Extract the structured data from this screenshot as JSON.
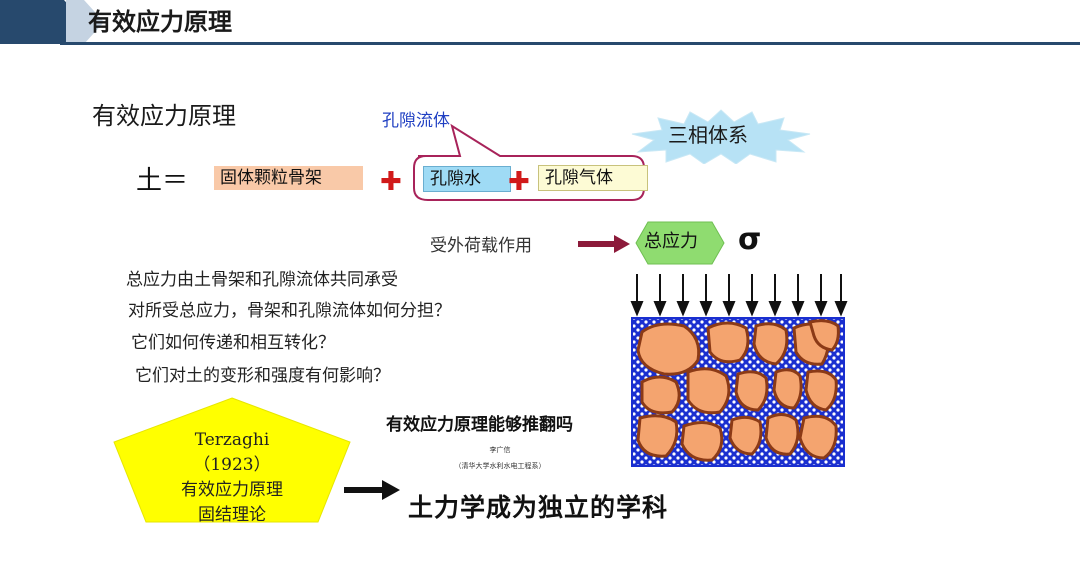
{
  "header": {
    "title": "有效应力原理",
    "band_color": "#27496d"
  },
  "slide": {
    "title": "有效应力原理",
    "equation": {
      "soil": "土＝",
      "skeleton": "固体颗粒骨架",
      "plus": "✚",
      "water": "孔隙水",
      "gas": "孔隙气体",
      "pore_fluid_label": "孔隙流体",
      "three_phase": "三相体系"
    },
    "load": {
      "label": "受外荷载作用",
      "total_stress": "总应力",
      "sigma": "σ"
    },
    "questions": [
      "总应力由土骨架和孔隙流体共同承受",
      "对所受总应力，骨架和孔隙流体如何分担？",
      "它们如何传递和相互转化？",
      "它们对土的变形和强度有何影响？"
    ],
    "terzaghi": {
      "name": "Terzaghi",
      "year": "（1923）",
      "line1": "有效应力原理",
      "line2": "固结理论"
    },
    "paper": {
      "title": "有效应力原理能够推翻吗",
      "author": "李广信",
      "affiliation": "（清华大学水利水电工程系）"
    },
    "conclusion": "土力学成为独立的学科"
  },
  "colors": {
    "skeleton_fill": "#f9c9a8",
    "water_fill": "#9fdbf5",
    "gas_fill": "#fdfbd5",
    "plus_red": "#d11a1a",
    "callout_border": "#a8235a",
    "star_fill": "#b7e2f5",
    "arrow_maroon": "#8c1a3a",
    "total_fill": "#8fdc70",
    "pentagon_fill": "#ffff00",
    "grain_fill": "#f4a46f",
    "grain_stroke": "#8b3a16",
    "matrix_blue": "#1a2fd0"
  },
  "icons": [
    "load-arrow-icon",
    "right-arrow-icon",
    "plus-icon"
  ]
}
